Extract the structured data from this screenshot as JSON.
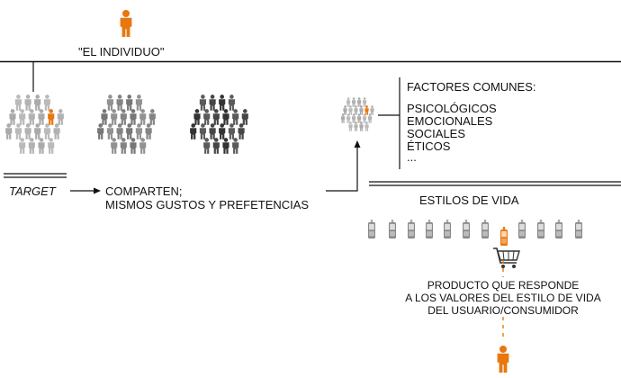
{
  "individual_label": "\"EL INDIVIDUO\"",
  "target_label": "TARGET",
  "comparten": {
    "line1": "COMPARTEN;",
    "line2": "MISMOS GUSTOS Y PREFETENCIAS"
  },
  "factores": {
    "title": "FACTORES COMUNES:",
    "items": [
      "PSICOLÓGICOS",
      "EMOCIONALES",
      "SOCIALES",
      "ÉTICOS",
      "..."
    ]
  },
  "estilos_label": "ESTILOS DE VIDA",
  "producto": {
    "line1": "PRODUCTO QUE RESPONDE",
    "line2": "A LOS VALORES DEL ESTILO DE VIDA",
    "line3": "DEL USUARIO/CONSUMIDOR"
  },
  "colors": {
    "accent_orange": "#e8770f",
    "line": "#111111",
    "crowd_light": "#aaaaaa",
    "crowd_mid": "#777777",
    "crowd_dark": "#333333"
  },
  "icons": {
    "person": "person-icon",
    "crowd": "crowd-icon",
    "phone": "phone-icon",
    "cart": "shopping-cart-icon"
  }
}
